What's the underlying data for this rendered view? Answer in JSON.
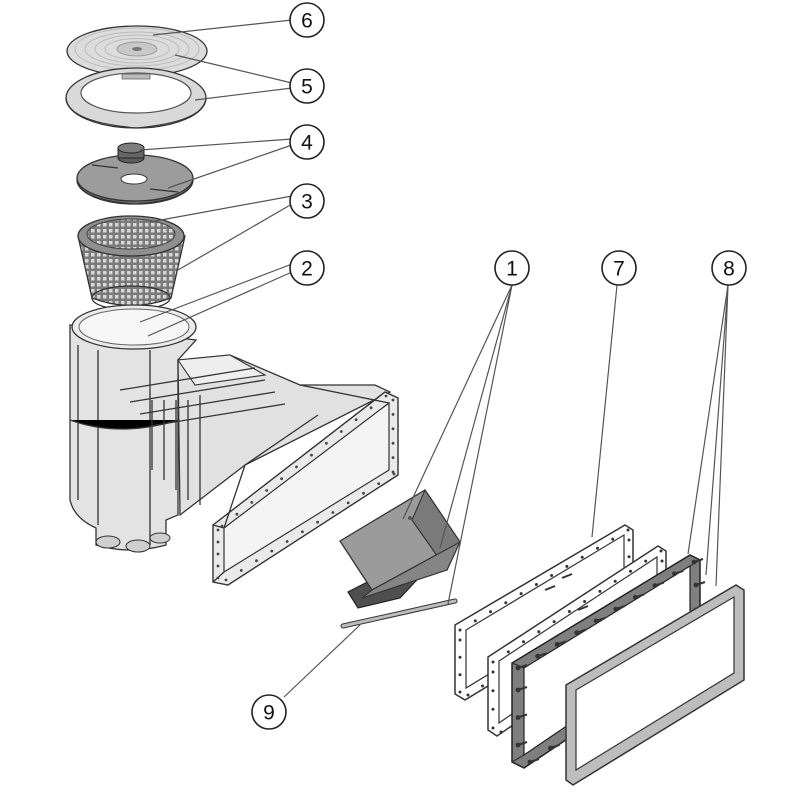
{
  "figure": {
    "type": "exploded-parts-diagram",
    "background": "#ffffff",
    "part_fill": "#e6e6e6",
    "part_mid": "#cfcfcf",
    "part_dark": "#8a8a8a",
    "part_darker": "#5a5a5a",
    "outline": "#333333"
  },
  "callouts": [
    {
      "number": "6"
    },
    {
      "number": "5"
    },
    {
      "number": "4"
    },
    {
      "number": "3"
    },
    {
      "number": "2"
    },
    {
      "number": "1"
    },
    {
      "number": "7"
    },
    {
      "number": "8"
    },
    {
      "number": "9"
    }
  ]
}
